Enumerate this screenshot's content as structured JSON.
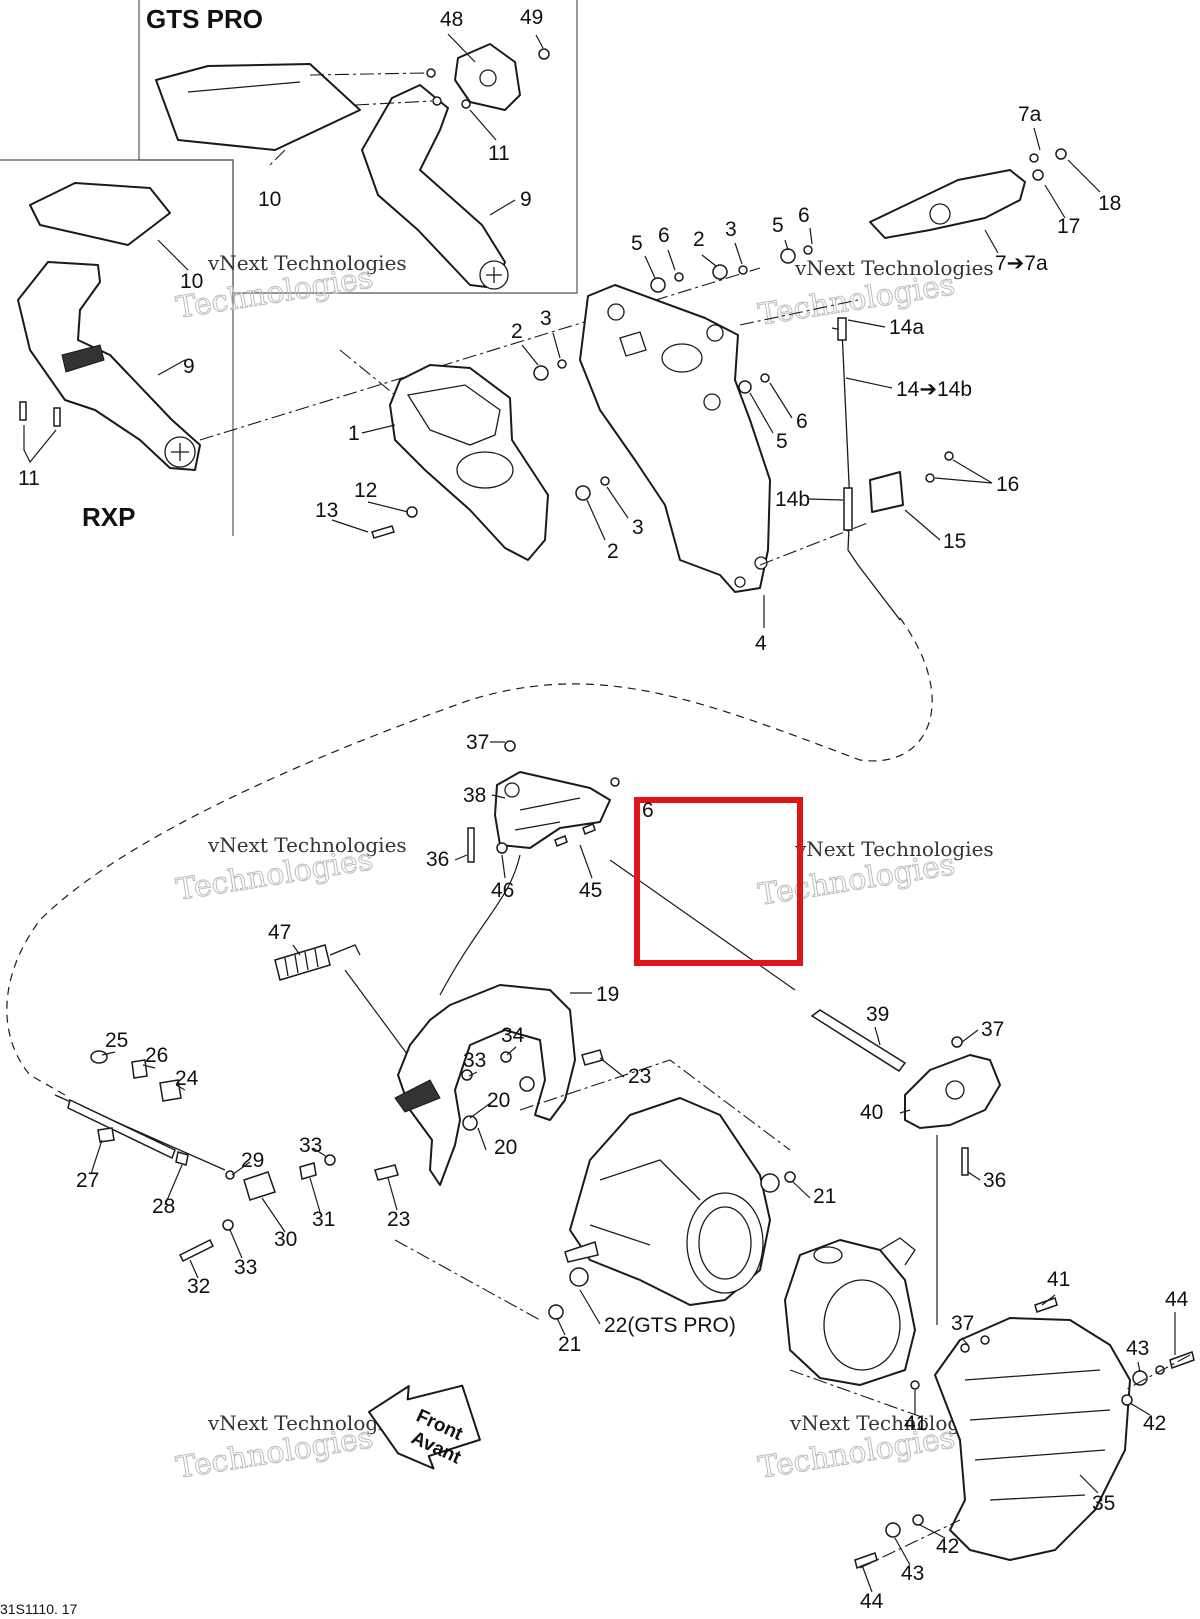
{
  "sections": {
    "gts_pro": "GTS PRO",
    "rxp": "RXP"
  },
  "front_label": {
    "line1": "Front",
    "line2": "Avant"
  },
  "figure_code": "31S1110. 17",
  "watermark": {
    "line1": "vNext Technologies",
    "line2": "Technologies",
    "line0": "vNext"
  },
  "highlight_color": "#e0141b",
  "callouts": {
    "c48": "48",
    "c49": "49",
    "c11a": "11",
    "c10a": "10",
    "c9a": "9",
    "c10b": "10",
    "c9b": "9",
    "c11b": "11",
    "c7a": "7a",
    "c18": "18",
    "c17": "17",
    "c7to7a": "7➔7a",
    "c5a": "5",
    "c6a": "6",
    "c2a": "2",
    "c3a": "3",
    "c5b": "5",
    "c6b": "6",
    "c14a": "14a",
    "c14to14b": "14➔14b",
    "c2b": "2",
    "c3b": "3",
    "c6c": "6",
    "c5c": "5",
    "c1": "1",
    "c12": "12",
    "c13": "13",
    "c3c": "3",
    "c2c": "2",
    "c14b": "14b",
    "c16": "16",
    "c15": "15",
    "c4": "4",
    "c37a": "37",
    "c38": "38",
    "c6d": "6",
    "c36a": "36",
    "c46": "46",
    "c45": "45",
    "c47": "47",
    "c19": "19",
    "c39": "39",
    "c37b": "37",
    "c40": "40",
    "c36b": "36",
    "c25": "25",
    "c26": "26",
    "c24": "24",
    "c34": "34",
    "c33a": "33",
    "c23a": "23",
    "c20a": "20",
    "c20b": "20",
    "c21a": "21",
    "c27": "27",
    "c29": "29",
    "c28": "28",
    "c33b": "33",
    "c31": "31",
    "c30": "30",
    "c23b": "23",
    "c33c": "33",
    "c32": "32",
    "c22": "22(GTS PRO)",
    "c21b": "21",
    "c41a": "41",
    "c37c": "37",
    "c44a": "44",
    "c43a": "43",
    "c42a": "42",
    "c41b": "41",
    "c35": "35",
    "c42b": "42",
    "c43b": "43",
    "c44b": "44"
  }
}
